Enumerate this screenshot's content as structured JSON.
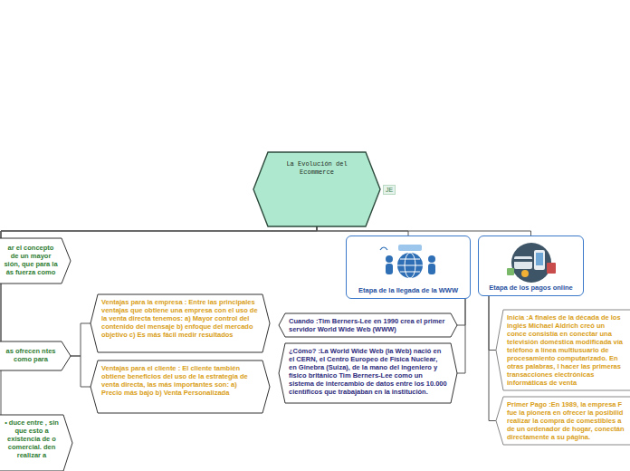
{
  "diagram": {
    "nodes": [
      {
        "text": [
          "La Evolución del Ecommerce"
        ]
      },
      {
        "text": [
          "ar el concepto de un mayor sión, que para la ás fuerza como"
        ]
      },
      {
        "text": [
          "as ofrecen ntes como para"
        ]
      },
      {
        "text": [
          "• duce entre , sin que esto a existencia de o comercial. den realizar a"
        ]
      },
      {
        "text": [
          "Ventajas para la empresa : Entre las principales ventajas que obtiene una empresa con el uso de la venta directa tenemos: a) Mayor control del contenido del mensaje b) enfoque del mercado objetivo c) Es más fácil medir resultados"
        ]
      },
      {
        "text": [
          "Ventajas para el cliente : El cliente también obtiene beneficios del uso de la estrategia de venta directa, las más importantes son: a) Precio más bajo b) Venta Personalizada"
        ]
      },
      {
        "text": [
          "Etapa de la llegada de la WWW"
        ]
      },
      {
        "text": [
          "Cuando :Tim Berners-Lee en 1990 crea el primer servidor World Wide Web (WWW)"
        ]
      },
      {
        "text": [
          "¿Cómo? :La World Wide Web (la Web) nació en el CERN, el Centro Europeo de Física Nuclear, en Ginebra (Suiza), de la mano del ingeniero y físico británico Tim Berners-Lee como un sistema de intercambio de datos entre los 10.000 científicos que trabajaban en la institución."
        ]
      },
      {
        "text": [
          "Etapa de los pagos online"
        ]
      },
      {
        "text": [
          "Inicia :A finales de la década de los inglés Michael Aldrich creó un conce consistía en conectar una televisión doméstica modificada vía teléfono a línea multiusuario de procesamiento computarizado. En otras palabras, l hacer las primeras transacciones electrónicas informáticas de venta"
        ]
      },
      {
        "text": [
          "Primer Pago :En 1989, la empresa F fue la pionera en ofrecer la posibilid realizar la compra de comestibles a de un ordenador de hogar, conectán directamente a su página."
        ]
      }
    ],
    "edges": [
      {
        "from": 0,
        "to": 1,
        "arrow": "none"
      },
      {
        "from": 0,
        "to": 2,
        "arrow": "none"
      },
      {
        "from": 0,
        "to": 3,
        "arrow": "none"
      },
      {
        "from": 2,
        "to": 4,
        "arrow": "none"
      },
      {
        "from": 2,
        "to": 5,
        "arrow": "none"
      },
      {
        "from": 0,
        "to": 6,
        "arrow": "none"
      },
      {
        "from": 6,
        "to": 7,
        "arrow": "none"
      },
      {
        "from": 6,
        "to": 8,
        "arrow": "none"
      },
      {
        "from": 0,
        "to": 9,
        "arrow": "none"
      },
      {
        "from": 9,
        "to": 10,
        "arrow": "none"
      },
      {
        "from": 9,
        "to": 11,
        "arrow": "none"
      }
    ],
    "labels": [
      "JE"
    ]
  }
}
